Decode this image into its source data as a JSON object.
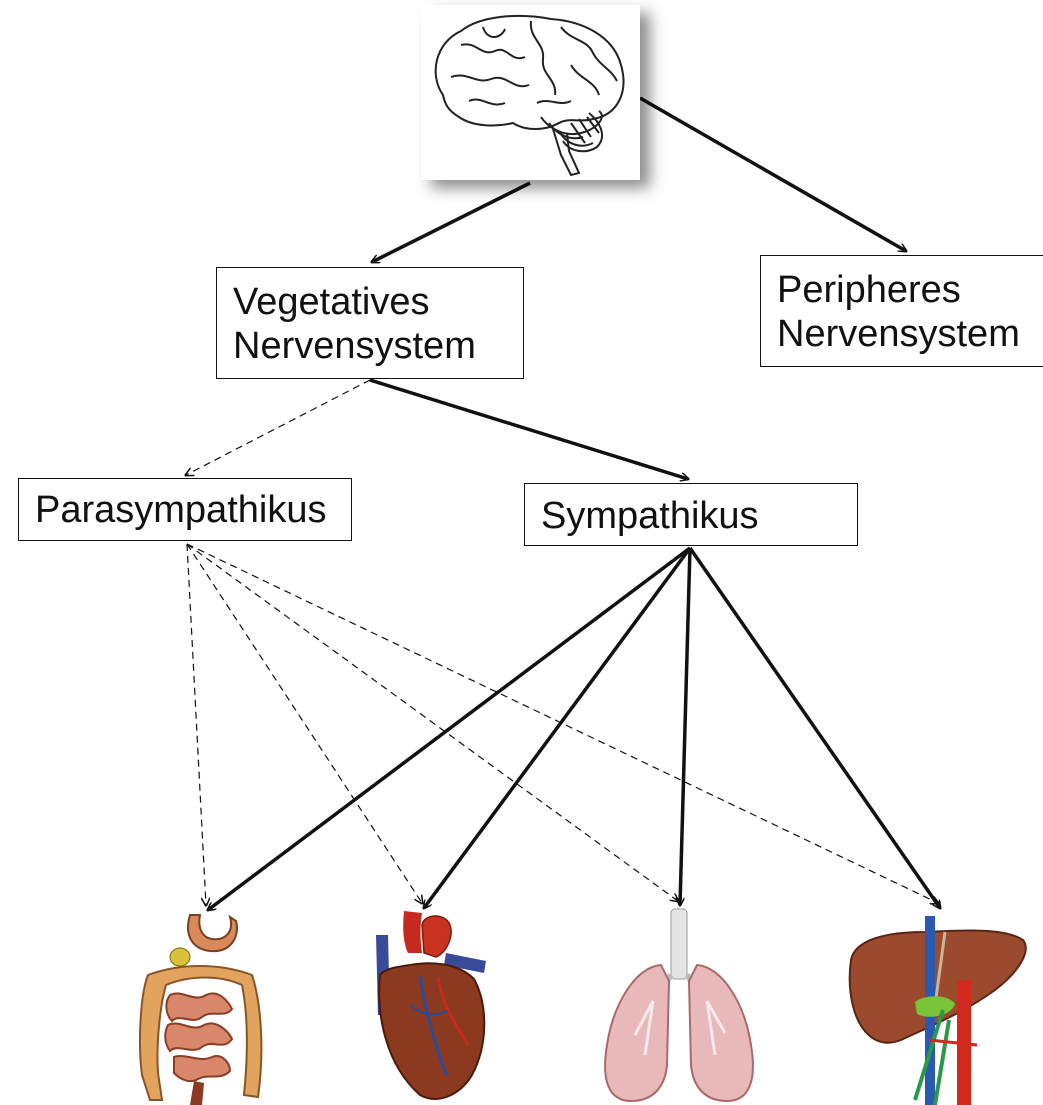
{
  "nodes": {
    "vegetative": [
      "Vegetatives",
      "Nervensystem"
    ],
    "peripheral": [
      "Peripheres",
      "Nervensystem"
    ],
    "parasympathetic": "Parasympathikus",
    "sympathetic": "Sympathikus"
  },
  "images": {
    "brain": "brain-illustration",
    "organs": [
      "stomach-intestine",
      "heart",
      "lungs",
      "liver"
    ]
  },
  "edges": {
    "solid": [
      "brain→Vegetatives Nervensystem",
      "brain→Peripheres Nervensystem",
      "Vegetatives Nervensystem→Sympathikus",
      "Sympathikus→stomach-intestine",
      "Sympathikus→heart",
      "Sympathikus→lungs",
      "Sympathikus→liver"
    ],
    "dashed": [
      "Vegetatives Nervensystem→Parasympathikus",
      "Parasympathikus→stomach-intestine",
      "Parasympathikus→heart",
      "Parasympathikus→lungs",
      "Parasympathikus→liver"
    ]
  },
  "colors": {
    "line": "#111111",
    "stomach": "#d98a5a",
    "heart": "#8b3a1f",
    "lungs": "#e9b8b8",
    "liver": "#9c4a2e"
  }
}
